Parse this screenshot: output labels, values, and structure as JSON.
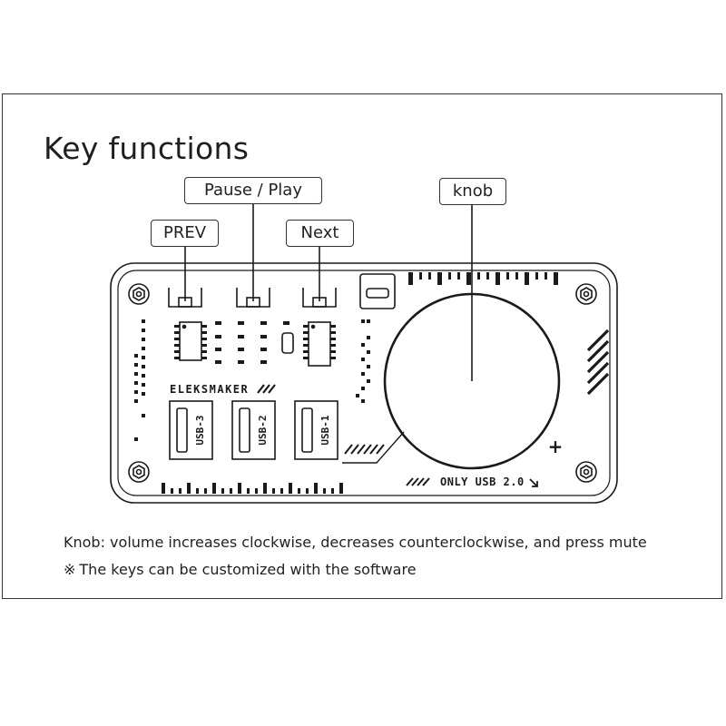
{
  "title": "Key functions",
  "callouts": {
    "prev": "PREV",
    "pause_play": "Pause / Play",
    "next": "Next",
    "knob": "knob"
  },
  "board": {
    "brand": "ELEKSMAKER",
    "usb_ports": [
      "USB-3",
      "USB-2",
      "USB-1"
    ],
    "usb_note": "ONLY USB 2.0",
    "plus_mark": "+"
  },
  "caption": "Knob: volume increases clockwise, decreases counterclockwise, and press mute",
  "note": {
    "mark": "※",
    "text": "The keys can be customized with the software"
  }
}
